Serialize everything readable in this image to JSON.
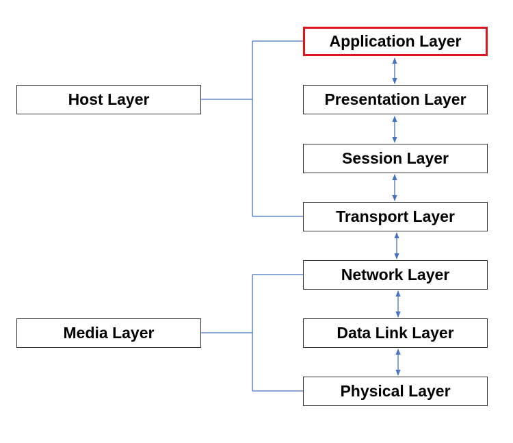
{
  "groups": {
    "host": "Host Layer",
    "media": "Media Layer"
  },
  "layers": [
    "Application Layer",
    "Presentation Layer",
    "Session Layer",
    "Transport Layer",
    "Network Layer",
    "Data Link Layer",
    "Physical Layer"
  ],
  "highlighted_layer": "Application Layer",
  "colors": {
    "highlight_border": "#e0141e",
    "connector": "#4472c4",
    "box_border": "#333333"
  }
}
